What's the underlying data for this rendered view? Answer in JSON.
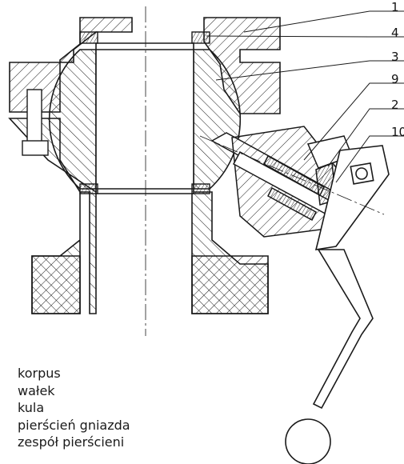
{
  "callouts": [
    "1",
    "4",
    "3",
    "9",
    "2",
    "10"
  ],
  "legend": [
    "korpus",
    "wałek",
    "kula",
    "pierścień gniazda",
    "zespół pierścieni"
  ],
  "colors": {
    "line": "#1a1a1a",
    "background": "#ffffff",
    "hatch": "#1a1a1a"
  }
}
